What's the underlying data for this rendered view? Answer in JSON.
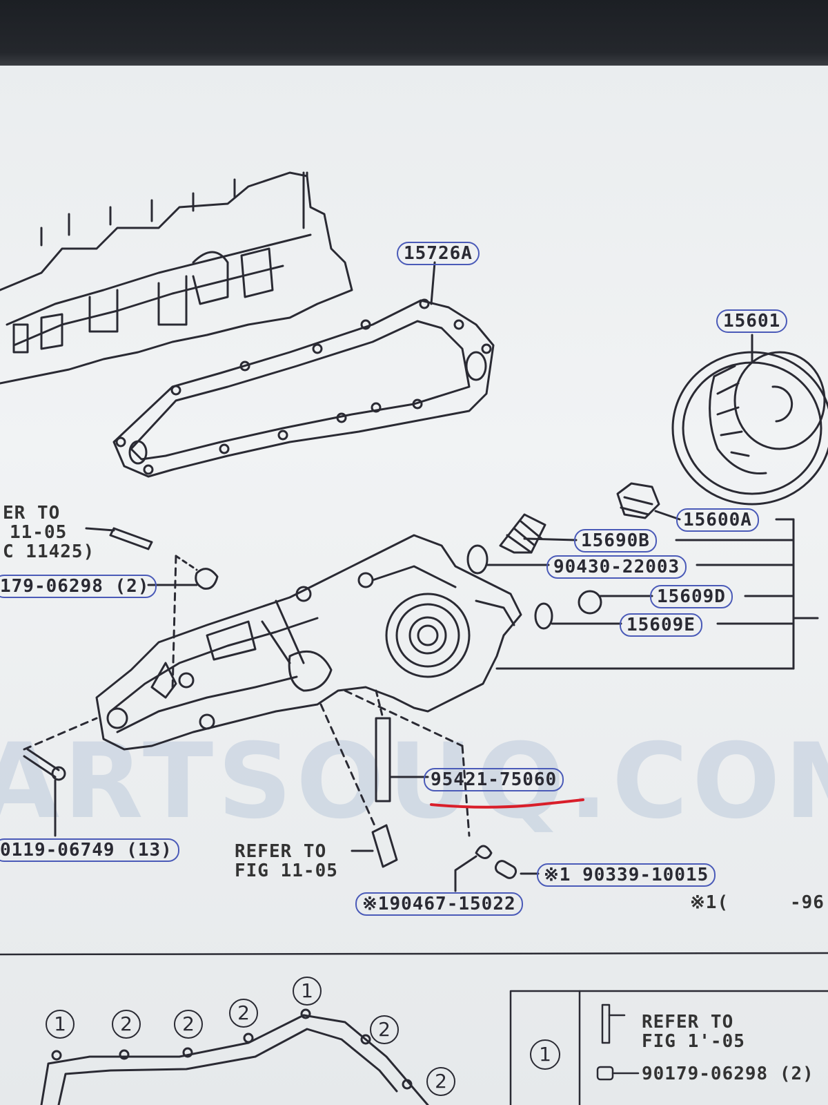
{
  "parts": {
    "gasket": "15726A",
    "filter": "15601",
    "bolt_right": "15600A",
    "switch": "15690B",
    "washer": "90430-22003",
    "plug_d": "15609D",
    "plug_e": "15609E",
    "pin": "95421-75060",
    "bolt_left": "179-06298 (2)",
    "bolt_bottom": "0119-06749 (13)",
    "ring": "※1 90339-10015",
    "ring2": "※190467-15022",
    "note_right": "※1(",
    "note_right2": "-96"
  },
  "refer": {
    "left_1": "ER TO",
    "left_2": "11-05",
    "left_3": "C 11425)",
    "mid_1": "REFER TO",
    "mid_2": "FIG 11-05",
    "box_1": "REFER TO",
    "box_2": "FIG 1'-05",
    "box_part": "90179-06298 (2)"
  },
  "circles": [
    "1",
    "2",
    "2",
    "2",
    "1",
    "2",
    "2"
  ],
  "legend_circle": "1",
  "watermark": "ARTSOUQ.COM",
  "colors": {
    "ink": "#2a2a33",
    "label_border": "#4a5ab8",
    "highlight": "#d91e2a"
  }
}
